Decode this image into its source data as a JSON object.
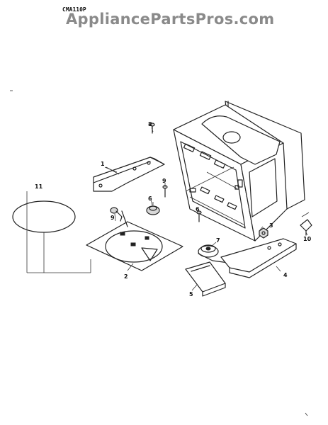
{
  "watermark": "AppliancePartsPros.com",
  "model_number": "CMA110P",
  "callouts": {
    "c1": "1",
    "c2": "2",
    "c3": "3",
    "c4": "4",
    "c5": "5",
    "c6": "6",
    "c7": "7",
    "c8": "8",
    "c9": "9",
    "c10": "10",
    "c11": "11",
    "c6b": "6",
    "c9b": "9"
  }
}
